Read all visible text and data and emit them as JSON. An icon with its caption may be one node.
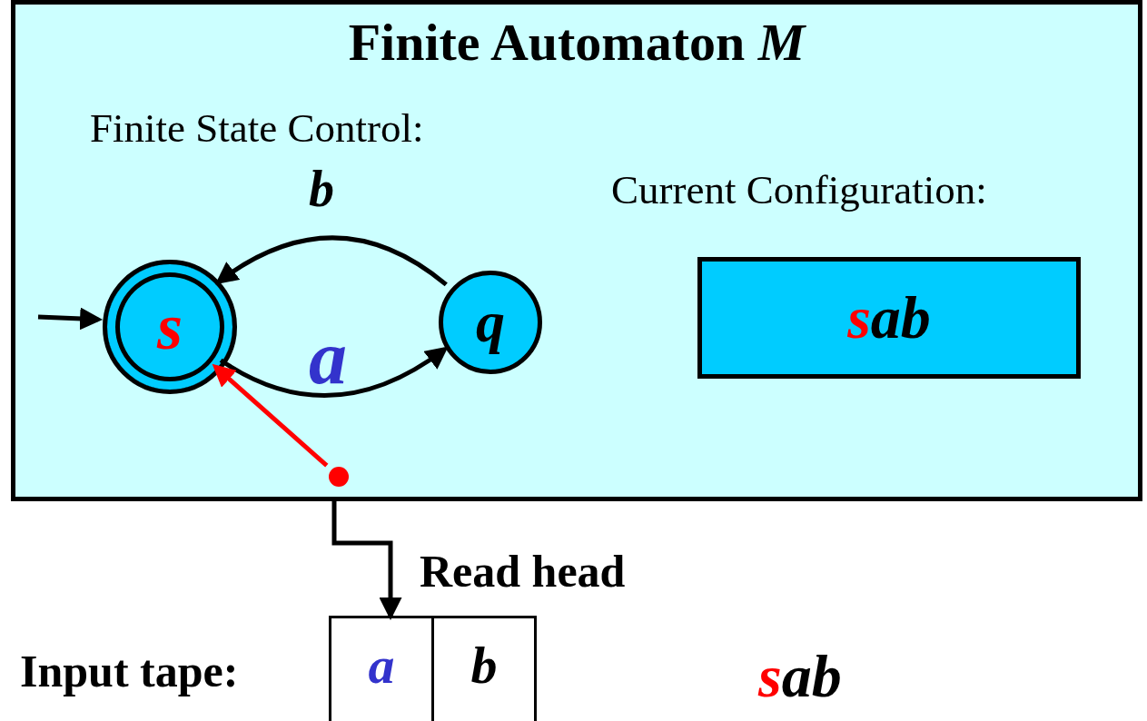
{
  "diagram": {
    "nodes": [
      {
        "text": [
          "Finite Automaton *M*",
          "Finite State Control:",
          "Current Configuration:"
        ]
      },
      {
        "text": [
          "s"
        ],
        "in": 0
      },
      {
        "text": [
          "q"
        ],
        "in": 0
      },
      {
        "text": [
          "sab"
        ],
        "in": 0
      },
      {
        "text": [],
        "shape": "circle",
        "in": 0
      },
      {
        "text": [
          "a"
        ]
      },
      {
        "text": [
          "b"
        ]
      }
    ],
    "edges": [
      {
        "from": null,
        "to": 1,
        "arrow": "to"
      },
      {
        "from": 1,
        "to": 2,
        "arrow": "to",
        "label": "a"
      },
      {
        "from": 2,
        "to": 1,
        "arrow": "to",
        "label": "b"
      },
      {
        "from": 4,
        "to": 1,
        "arrow": "to",
        "color": "#ff0000"
      },
      {
        "from": 0,
        "to": 5,
        "arrow": "to",
        "label": "Read head"
      }
    ],
    "labels": [
      "Input tape:",
      "sab"
    ]
  }
}
